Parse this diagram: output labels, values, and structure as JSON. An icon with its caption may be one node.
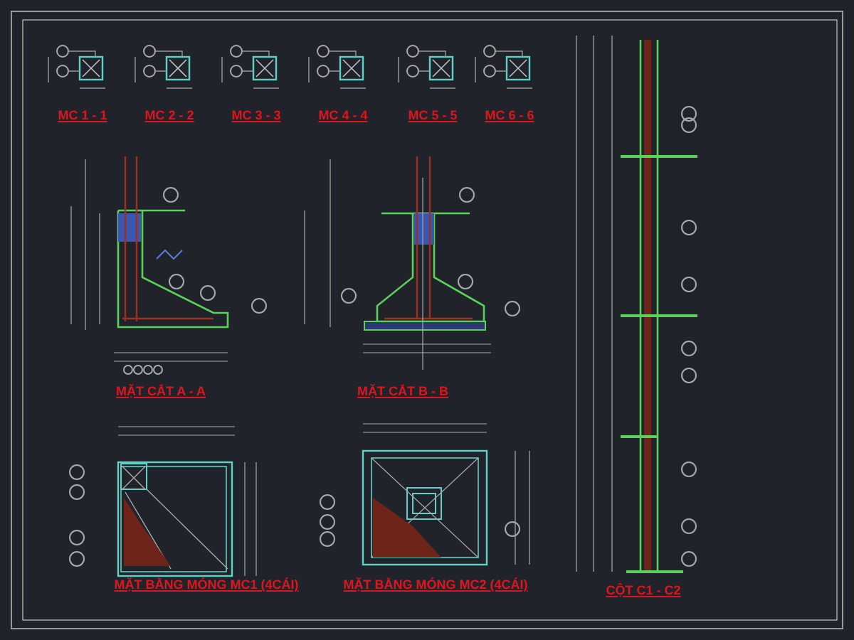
{
  "diagram": {
    "labels": [
      "MC 1 - 1",
      "MC 2 - 2",
      "MC 3 - 3",
      "MC 4 - 4",
      "MC 5 - 5",
      "MC 6 - 6",
      "MẶT CẮT A - A",
      "MẶT CẮT B - B",
      "MẶT BẰNG MÓNG MC1 (4CÁI)",
      "MẶT BẰNG MÓNG MC2 (4CÁI)",
      "CỘT C1 - C2"
    ]
  }
}
